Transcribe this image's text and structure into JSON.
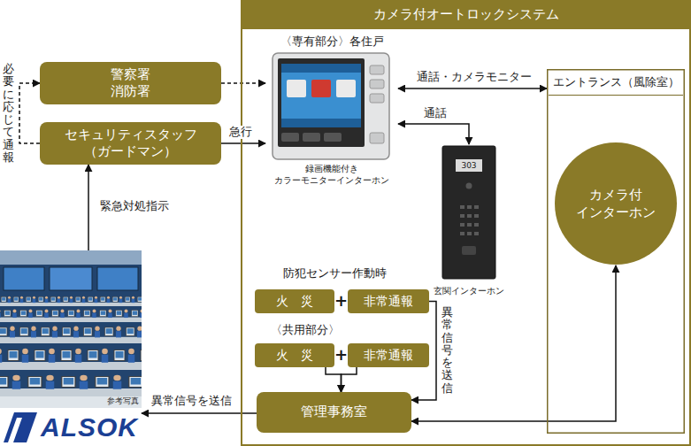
{
  "diagram": {
    "nodes": [
      {
        "text": [
          "警察署 消防署"
        ]
      },
      {
        "text": [
          "セキュリティスタッフ（ガードマン）"
        ]
      },
      {
        "text": [
          "カメラ付オートロックシステム"
        ]
      },
      {
        "text": [
          "〈専有部分〉各住戸",
          "録画機能付き カラーモニターインターホン"
        ],
        "in": 2
      },
      {
        "text": [
          "エントランス（風除室）"
        ],
        "in": 2
      },
      {
        "text": [
          "カメラ付 インターホン"
        ],
        "in": 4
      },
      {
        "text": [
          "玄関インターホン"
        ],
        "in": 2
      },
      {
        "text": [
          "火　災"
        ],
        "in": 2
      },
      {
        "text": [
          "非常通報"
        ],
        "in": 2
      },
      {
        "text": [
          "火　災"
        ],
        "in": 2
      },
      {
        "text": [
          "非常通報"
        ],
        "in": 2
      },
      {
        "text": [
          "管理事務室"
        ],
        "in": 2
      },
      {
        "text": [
          "参考写真"
        ]
      },
      {
        "text": [
          "ALSOK"
        ]
      }
    ],
    "edges": [
      {
        "from": 1,
        "to": 0,
        "label": "必要に応じて通報",
        "arrow": "to"
      },
      {
        "from": 0,
        "to": 3,
        "arrow": "to"
      },
      {
        "from": 1,
        "to": 3,
        "label": "急行",
        "arrow": "to"
      },
      {
        "from": 12,
        "to": 1,
        "label": "緊急対処指示",
        "arrow": "to"
      },
      {
        "from": 3,
        "to": 4,
        "label": "通話・カメラモニター",
        "arrow": "both"
      },
      {
        "from": 3,
        "to": 6,
        "label": "通話",
        "arrow": "both"
      },
      {
        "from": 8,
        "to": 11,
        "label": "異常信号を送信",
        "arrow": "to"
      },
      {
        "from": 9,
        "to": 11,
        "arrow": "to"
      },
      {
        "from": 10,
        "to": 11,
        "arrow": "to"
      },
      {
        "from": 11,
        "to": 5,
        "arrow": "both"
      },
      {
        "from": 11,
        "to": 13,
        "label": "異常信号を送信",
        "arrow": "to"
      }
    ],
    "labels": [
      "防犯センサー作動時",
      "+",
      "〈共用部分〉",
      "+",
      "303"
    ]
  }
}
